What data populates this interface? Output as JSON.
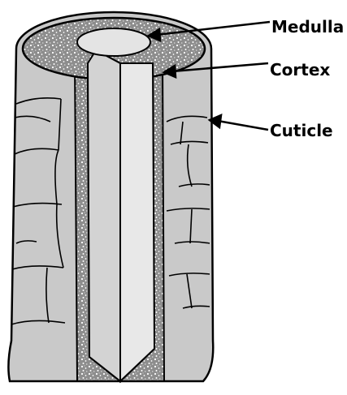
{
  "labels": {
    "medulla": "Medulla",
    "cortex": "Cortex",
    "cuticle": "Cuticle"
  },
  "colors": {
    "cortex_fill": "#8d8d8d",
    "cuticle_fill": "#c9c9c9",
    "medulla_fill": "#e4e4e4",
    "outline": "#000000"
  }
}
